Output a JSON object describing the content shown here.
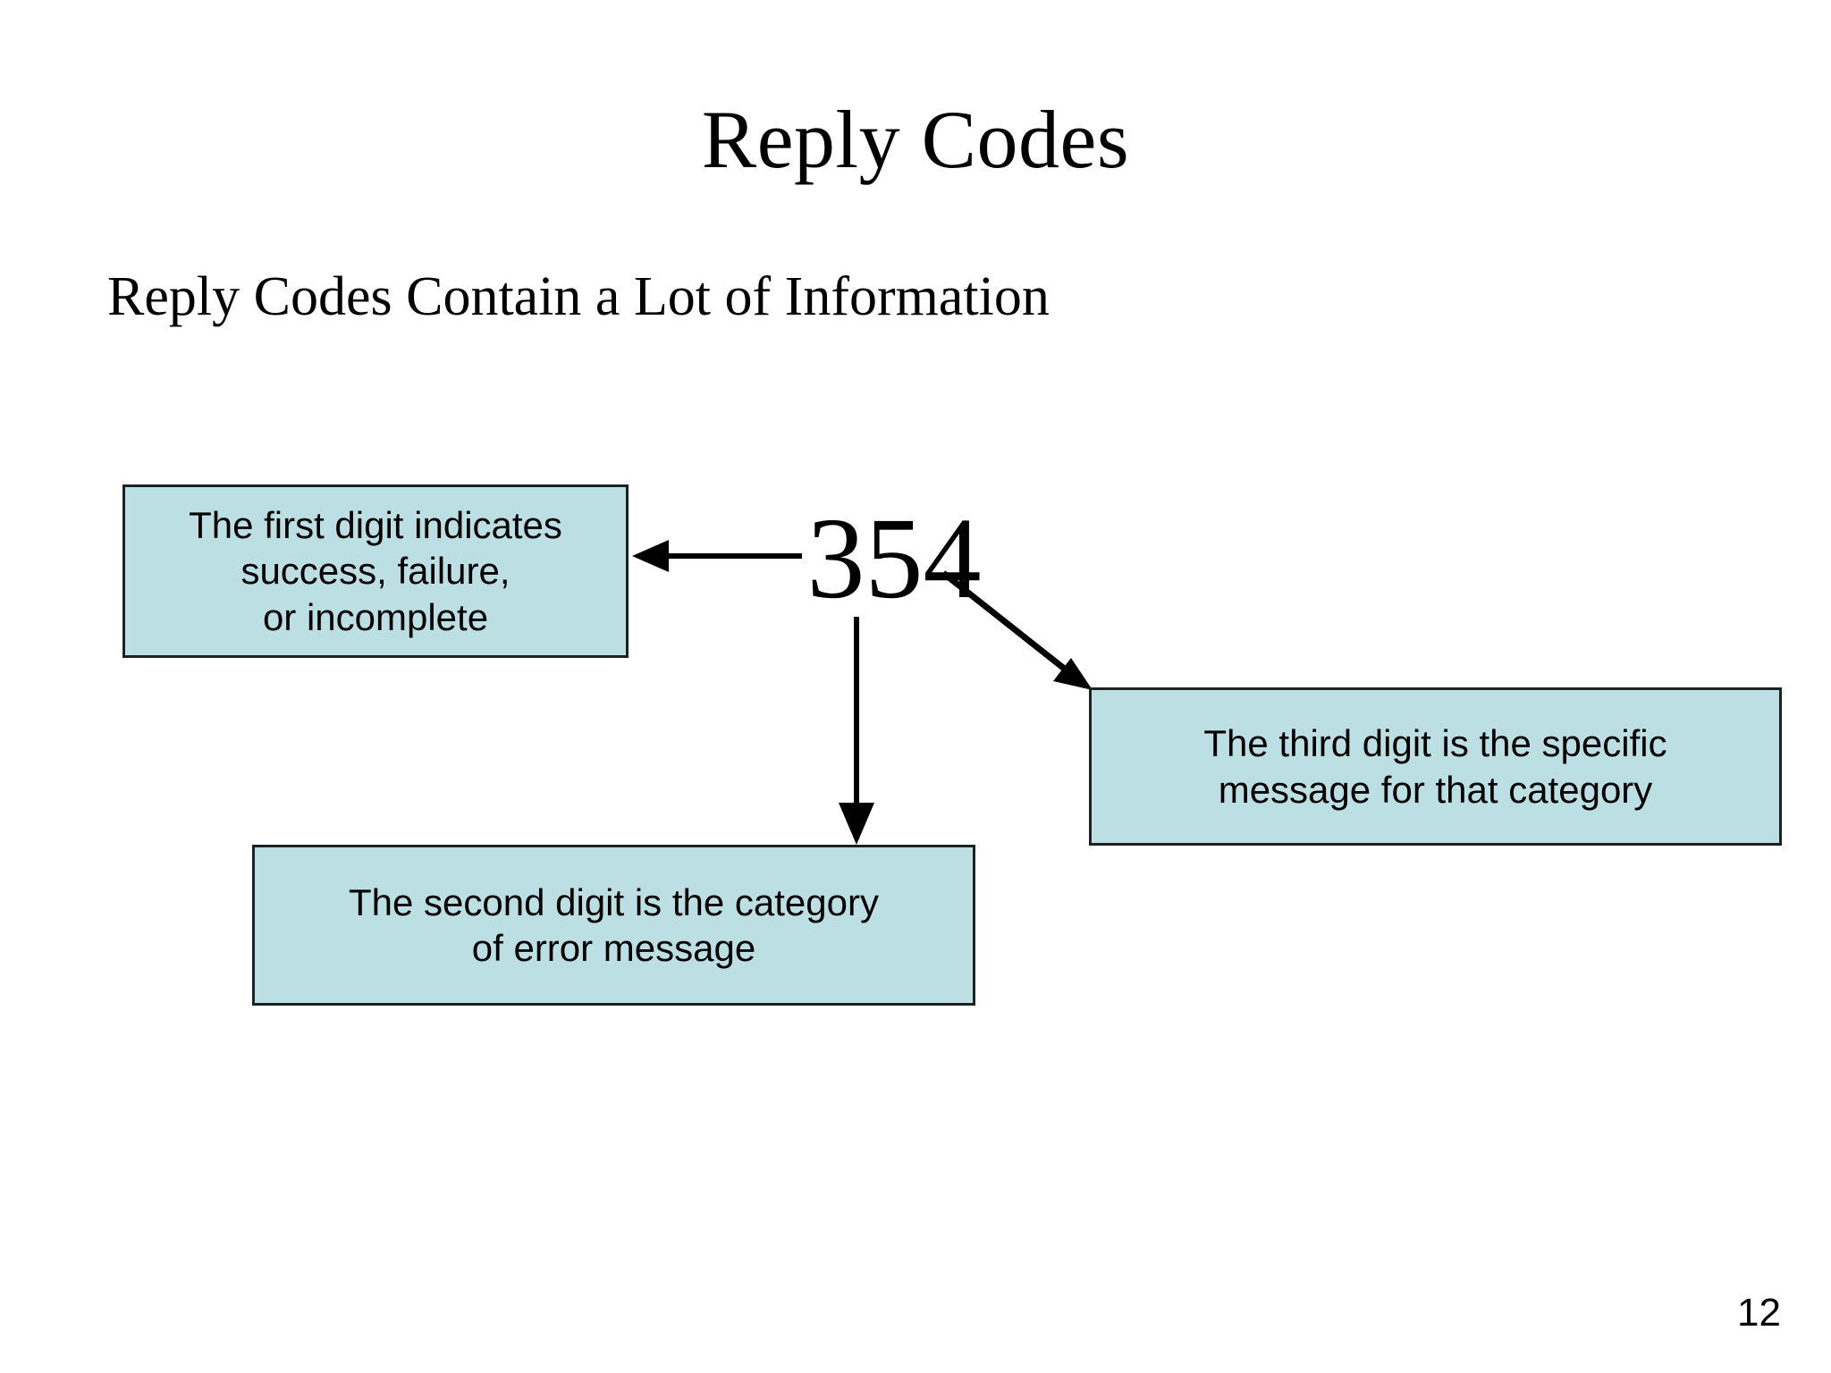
{
  "slide": {
    "title": "Reply Codes",
    "subtitle": "Reply Codes Contain a Lot of Information",
    "page_number": "12",
    "background_color": "#ffffff"
  },
  "diagram": {
    "code_value": "354",
    "box_fill_color": "#bcdfe3",
    "box_border_color": "#1b2224",
    "arrow_color": "#000000",
    "callouts": [
      {
        "id": "first-digit",
        "lines": [
          "The first digit indicates",
          "success, failure,",
          "or incomplete"
        ],
        "arrow": "arrow-left-to-first-digit"
      },
      {
        "id": "second-digit",
        "lines": [
          "The second digit is the category",
          "of error message"
        ],
        "arrow": "arrow-down-to-second-digit"
      },
      {
        "id": "third-digit",
        "lines": [
          "The third digit is the specific",
          "message for that category"
        ],
        "arrow": "arrow-diagonal-to-third-digit"
      }
    ]
  }
}
